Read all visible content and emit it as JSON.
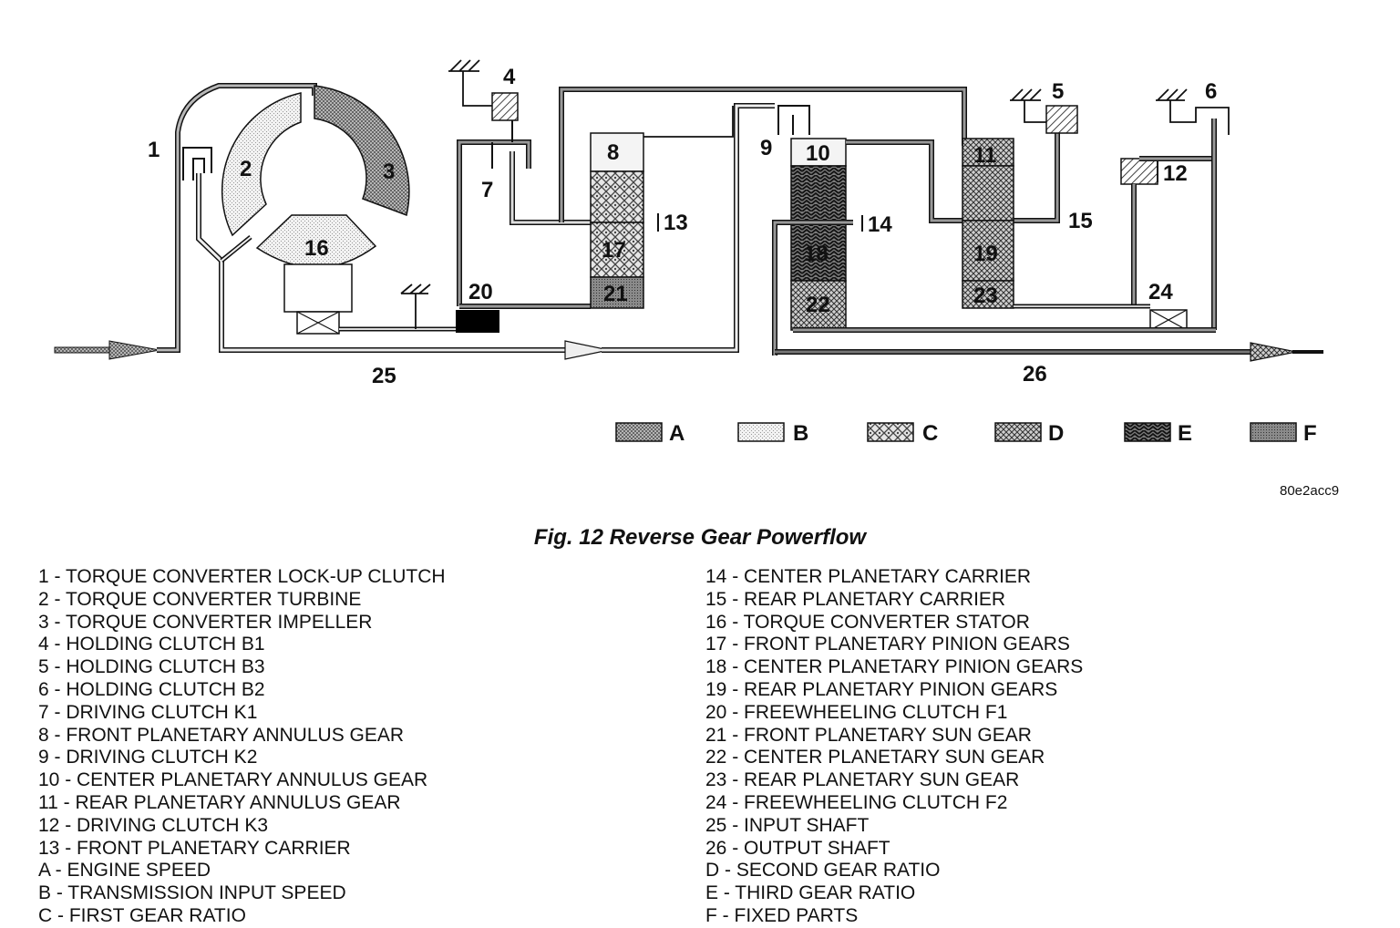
{
  "labels": {
    "n1": "1",
    "n2": "2",
    "n3": "3",
    "n4": "4",
    "n5": "5",
    "n6": "6",
    "n7": "7",
    "n8": "8",
    "n9": "9",
    "n10": "10",
    "n11": "11",
    "n12": "12",
    "n13": "13",
    "n14": "14",
    "n15": "15",
    "n16": "16",
    "n17": "17",
    "n18": "18",
    "n19": "19",
    "n20": "20",
    "n21": "21",
    "n22": "22",
    "n23": "23",
    "n24": "24",
    "n25": "25",
    "n26": "26"
  },
  "legend": [
    "A",
    "B",
    "C",
    "D",
    "E",
    "F"
  ],
  "image_code": "80e2acc9",
  "caption": "Fig. 12 Reverse Gear Powerflow",
  "key_left": [
    "1 - TORQUE CONVERTER LOCK-UP CLUTCH",
    "2 - TORQUE CONVERTER TURBINE",
    "3 - TORQUE CONVERTER IMPELLER",
    "4 - HOLDING CLUTCH B1",
    "5 - HOLDING CLUTCH B3",
    "6 - HOLDING CLUTCH B2",
    "7 - DRIVING CLUTCH K1",
    "8 - FRONT PLANETARY ANNULUS GEAR",
    "9 - DRIVING CLUTCH K2",
    "10 - CENTER PLANETARY ANNULUS GEAR",
    "11 - REAR PLANETARY ANNULUS GEAR",
    "12 - DRIVING CLUTCH K3",
    "13 - FRONT PLANETARY CARRIER",
    "A - ENGINE SPEED",
    "B - TRANSMISSION INPUT SPEED",
    "C - FIRST GEAR RATIO"
  ],
  "key_right": [
    "14 - CENTER PLANETARY CARRIER",
    "15 - REAR PLANETARY CARRIER",
    "16 - TORQUE CONVERTER STATOR",
    "17 - FRONT PLANETARY PINION GEARS",
    "18 - CENTER PLANETARY PINION GEARS",
    "19 - REAR PLANETARY PINION GEARS",
    "20 - FREEWHEELING CLUTCH F1",
    "21 - FRONT PLANETARY SUN GEAR",
    "22 - CENTER PLANETARY SUN GEAR",
    "23 - REAR PLANETARY SUN GEAR",
    "24 - FREEWHEELING CLUTCH F2",
    "25 - INPUT SHAFT",
    "26 - OUTPUT SHAFT",
    "D - SECOND GEAR RATIO",
    "E - THIRD GEAR RATIO",
    "F - FIXED PARTS"
  ],
  "colors": {
    "ink": "#111111",
    "pattern_a": "#9a9a9a",
    "pattern_b": "#dcdcdc",
    "pattern_f": "#8a8a8a",
    "freewheel_f1": "#000000"
  }
}
